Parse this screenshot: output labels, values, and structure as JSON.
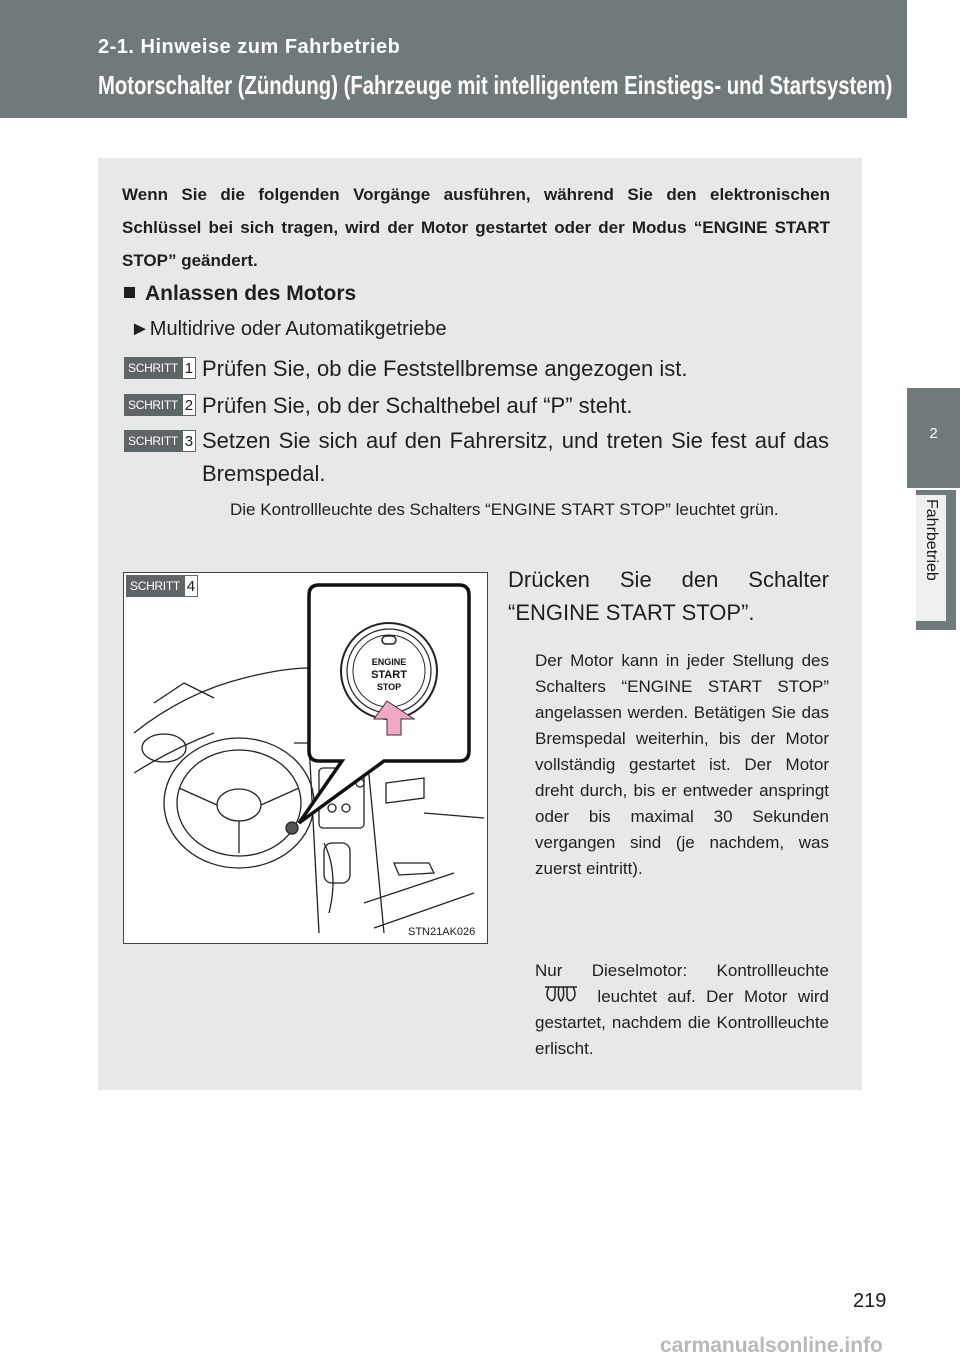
{
  "header": {
    "section": "2-1. Hinweise zum Fahrbetrieb",
    "title": "Motorschalter (Zündung) (Fahrzeuge mit intelligentem Einstiegs- und Startsystem)"
  },
  "side_tab": {
    "chapter_number": "2",
    "chapter_label": "Fahrbetrieb"
  },
  "intro": "Wenn Sie die folgenden Vorgänge ausführen, während Sie den elektronischen Schlüssel bei sich tragen, wird der Motor gestartet oder der Modus “ENGINE START STOP” geändert.",
  "subheading": "Anlassen des Motors",
  "variant": "►Multidrive oder Automatikgetriebe",
  "step_label": "SCHRITT",
  "steps": [
    {
      "num": "1",
      "text": "Prüfen Sie, ob die Feststellbremse angezogen ist."
    },
    {
      "num": "2",
      "text": "Prüfen Sie, ob der Schalthebel auf “P” steht."
    },
    {
      "num": "3",
      "text": "Setzen Sie sich auf den Fahrersitz, und treten Sie fest auf das Bremspedal."
    },
    {
      "num": "4",
      "text": "Drücken Sie den Schalter “ENGINE START STOP”."
    }
  ],
  "step3_note": "Die Kontrollleuchte des Schalters “ENGINE START STOP” leuchtet grün.",
  "step4_paragraphs": [
    "Der Motor kann in jeder Stellung des Schalters “ENGINE START STOP” angelassen werden. Betätigen Sie das Bremspedal weiterhin, bis der Motor vollständig gestartet ist. Der Motor dreht durch, bis er entweder anspringt oder bis maximal 30 Sekunden vergangen sind (je nachdem, was zuerst eintritt).",
    "Nur Dieselmotor: Kontrollleuchte",
    "leuchtet auf. Der Motor wird gestartet, nachdem die Kontrollleuchte erlischt."
  ],
  "figure": {
    "button_line1": "ENGINE",
    "button_line2": "START",
    "button_line3": "STOP",
    "code": "STN21AK026"
  },
  "page_number": "219",
  "watermark": "carmanualsonline.info",
  "colors": {
    "header_bg": "#707a7b",
    "content_bg": "#e7e8e8",
    "arrow_pink": "#f2a7c4"
  },
  "icons": [
    "glow-plug-indicator-icon",
    "square-bullet-icon",
    "arrow-right-icon"
  ]
}
